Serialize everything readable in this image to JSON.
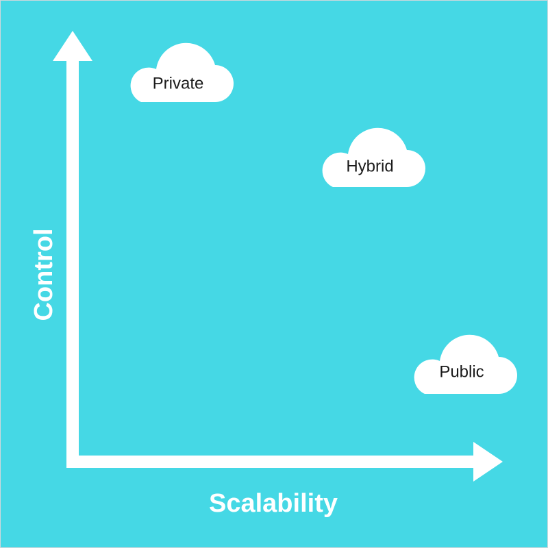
{
  "diagram": {
    "background_color": "#45d8e5",
    "axis_color": "#ffffff",
    "cloud_color": "#ffffff",
    "cloud_text_color": "#1a1a1a",
    "y_axis": {
      "label": "Control"
    },
    "x_axis": {
      "label": "Scalability"
    },
    "clouds": [
      {
        "label": "Private",
        "icon": "cloud-icon"
      },
      {
        "label": "Hybrid",
        "icon": "cloud-icon"
      },
      {
        "label": "Public",
        "icon": "cloud-icon"
      }
    ]
  }
}
